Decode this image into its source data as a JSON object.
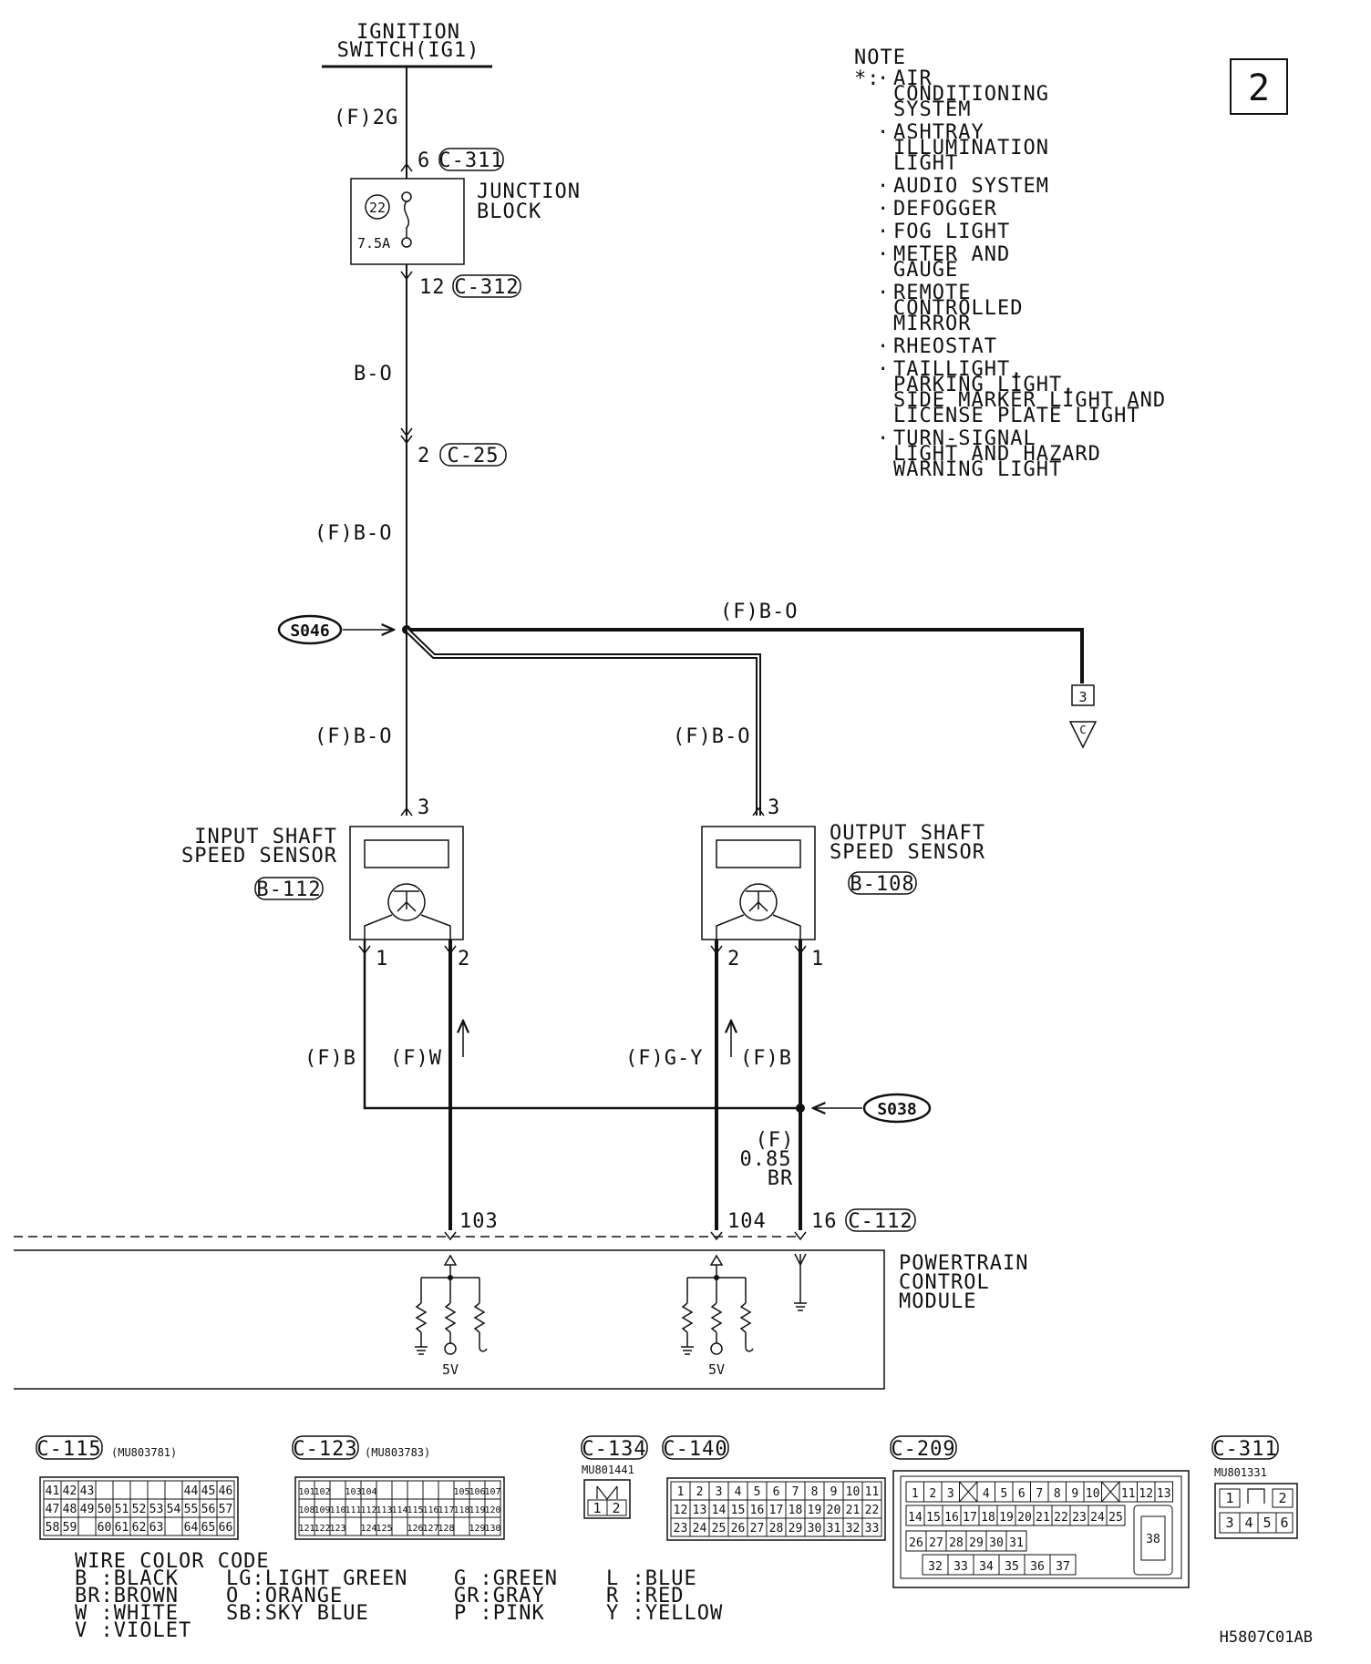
{
  "page_number": "2",
  "figure_code": "H5807C01AB",
  "power_source": {
    "line1": "IGNITION",
    "line2": "SWITCH(IG1)"
  },
  "note": {
    "title": "NOTE",
    "marker": "*:",
    "items": [
      [
        "AIR",
        "CONDITIONING",
        "SYSTEM"
      ],
      [
        "ASHTRAY",
        "ILLUMINATION",
        "LIGHT"
      ],
      [
        "AUDIO SYSTEM"
      ],
      [
        "DEFOGGER"
      ],
      [
        "FOG LIGHT"
      ],
      [
        "METER AND",
        "GAUGE"
      ],
      [
        "REMOTE",
        "CONTROLLED",
        "MIRROR"
      ],
      [
        "RHEOSTAT"
      ],
      [
        "TAILLIGHT,",
        "PARKING LIGHT,",
        "SIDE MARKER LIGHT AND",
        "LICENSE PLATE LIGHT"
      ],
      [
        "TURN-SIGNAL",
        "LIGHT AND HAZARD",
        "WARNING LIGHT"
      ]
    ]
  },
  "junction_block": {
    "title1": "JUNCTION",
    "title2": "BLOCK",
    "fuse_number": "22",
    "fuse_rating": "7.5A",
    "in_wire": "(F)2G",
    "in_pin": "6",
    "in_connector": "C-311",
    "out_pin": "12",
    "out_connector": "C-312"
  },
  "wires": {
    "main": "B-O",
    "c25_pin": "2",
    "c25_connector": "C-25",
    "after_c25": "(F)B-O",
    "branch_right": "(F)B-O",
    "to_input_sensor": "(F)B-O",
    "to_output_sensor": "(F)B-O",
    "ground_pin": "3",
    "ground_letter": "C"
  },
  "splices": {
    "upper": "S046",
    "lower": "S038"
  },
  "input_sensor": {
    "name1": "INPUT SHAFT",
    "name2": "SPEED SENSOR",
    "connector": "B-112",
    "pin_top": "3",
    "pin_left": "1",
    "pin_right": "2",
    "wire_left": "(F)B",
    "wire_right": "(F)W"
  },
  "output_sensor": {
    "name1": "OUTPUT SHAFT",
    "name2": "SPEED SENSOR",
    "connector": "B-108",
    "pin_top": "3",
    "pin_left": "2",
    "pin_right": "1",
    "wire_left": "(F)G-Y",
    "wire_right": "(F)B"
  },
  "ground_wire": {
    "line1": "(F)",
    "line2": "0.85",
    "line3": "BR"
  },
  "pcm": {
    "name1": "POWERTRAIN",
    "name2": "CONTROL",
    "name3": "MODULE",
    "pin_a": "103",
    "pin_b": "104",
    "pin_c": "16",
    "connector": "C-112",
    "voltage": "5V"
  },
  "connectors": {
    "c115": {
      "id": "C-115",
      "part": "(MU803781)",
      "rows": [
        [
          "41",
          "42",
          "43",
          "",
          "",
          "",
          "",
          "",
          "44",
          "45",
          "46"
        ],
        [
          "47",
          "48",
          "49",
          "50",
          "51",
          "52",
          "53",
          "54",
          "55",
          "56",
          "57"
        ],
        [
          "58",
          "59",
          "",
          "60",
          "61",
          "62",
          "63",
          "",
          "64",
          "65",
          "66"
        ]
      ]
    },
    "c123": {
      "id": "C-123",
      "part": "(MU803783)",
      "rows": [
        [
          "101",
          "102",
          "",
          "103",
          "104",
          "",
          "",
          "",
          "",
          "",
          "105",
          "106",
          "107"
        ],
        [
          "108",
          "109",
          "110",
          "111",
          "112",
          "113",
          "114",
          "115",
          "116",
          "117",
          "118",
          "119",
          "120"
        ],
        [
          "121",
          "122",
          "123",
          "",
          "124",
          "125",
          "",
          "126",
          "127",
          "128",
          "",
          "129",
          "130"
        ]
      ]
    },
    "c134": {
      "id": "C-134",
      "part": "MU801441",
      "pins": [
        "1",
        "2"
      ]
    },
    "c140": {
      "id": "C-140",
      "rows": [
        [
          "1",
          "2",
          "3",
          "4",
          "5",
          "6",
          "7",
          "8",
          "9",
          "10",
          "11"
        ],
        [
          "12",
          "13",
          "14",
          "15",
          "16",
          "17",
          "18",
          "19",
          "20",
          "21",
          "22"
        ],
        [
          "23",
          "24",
          "25",
          "26",
          "27",
          "28",
          "29",
          "30",
          "31",
          "32",
          "33"
        ]
      ]
    },
    "c209": {
      "id": "C-209",
      "row1": [
        "1",
        "2",
        "3",
        "",
        "4",
        "5",
        "6",
        "7",
        "8",
        "9",
        "10",
        "",
        "11",
        "12",
        "13"
      ],
      "row2": [
        "14",
        "15",
        "16",
        "17",
        "18",
        "19",
        "20",
        "21",
        "22",
        "23",
        "24",
        "25"
      ],
      "row3": [
        "26",
        "27",
        "28",
        "29",
        "30",
        "31"
      ],
      "row4": [
        "32",
        "33",
        "34",
        "35",
        "36",
        "37"
      ],
      "big": "38"
    },
    "c311": {
      "id": "C-311",
      "part": "MU801331",
      "pins": [
        "1",
        "2",
        "3",
        "4",
        "5",
        "6"
      ]
    }
  },
  "wire_color_code": {
    "title": "WIRE COLOR CODE",
    "columns": [
      [
        "B :BLACK",
        "BR:BROWN",
        "W :WHITE",
        "V :VIOLET"
      ],
      [
        "LG:LIGHT GREEN",
        "O :ORANGE",
        "SB:SKY BLUE"
      ],
      [
        "G :GREEN",
        "GR:GRAY",
        "P :PINK"
      ],
      [
        "L :BLUE",
        "R :RED",
        "Y :YELLOW"
      ]
    ]
  }
}
